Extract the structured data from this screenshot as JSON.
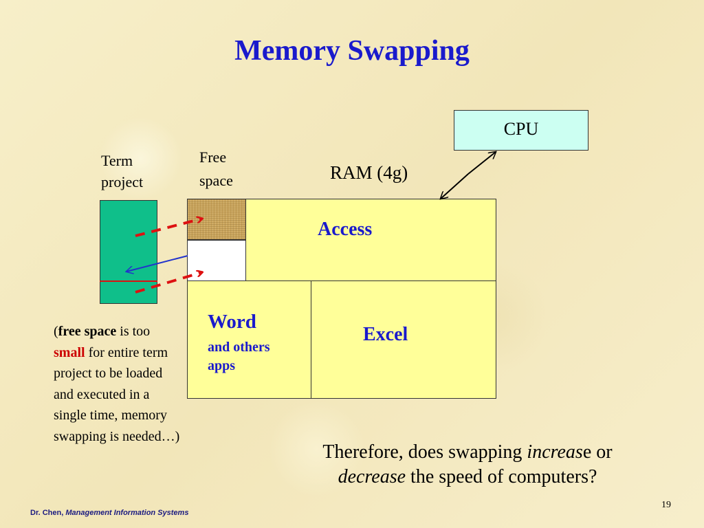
{
  "slide": {
    "title": "Memory Swapping",
    "page_number": "19",
    "footer": {
      "author": "Dr. Chen,",
      "course": "Management Information Systems"
    }
  },
  "diagram": {
    "cpu_label": "CPU",
    "ram_label": "RAM (4g)",
    "term_project_label": [
      "Term",
      "project"
    ],
    "free_space_label": [
      "Free",
      "space"
    ],
    "access_label": "Access",
    "word_label": "Word",
    "word_sublabel": [
      "and others",
      "apps"
    ],
    "excel_label": "Excel"
  },
  "note": {
    "open_paren": "(",
    "free_space": "free space",
    "is_too": " is too ",
    "small": "small",
    "rest": " for entire term project to be loaded and executed in a single time, memory swapping is needed…)"
  },
  "question": {
    "part1": "Therefore, does swapping ",
    "increase_italic": "increas",
    "increase_tail": "e or",
    "decrease_italic": "decrease",
    "part2": " the speed of computers?"
  },
  "colors": {
    "title_blue": "#1a1acc",
    "cpu_fill": "#ccfff2",
    "ram_fill": "#ffff99",
    "term_fill": "#0fbf8a",
    "swap_arrow_red": "#dd1111",
    "swap_arrow_blue": "#2233cc",
    "emphasis_red": "#cc0000"
  }
}
